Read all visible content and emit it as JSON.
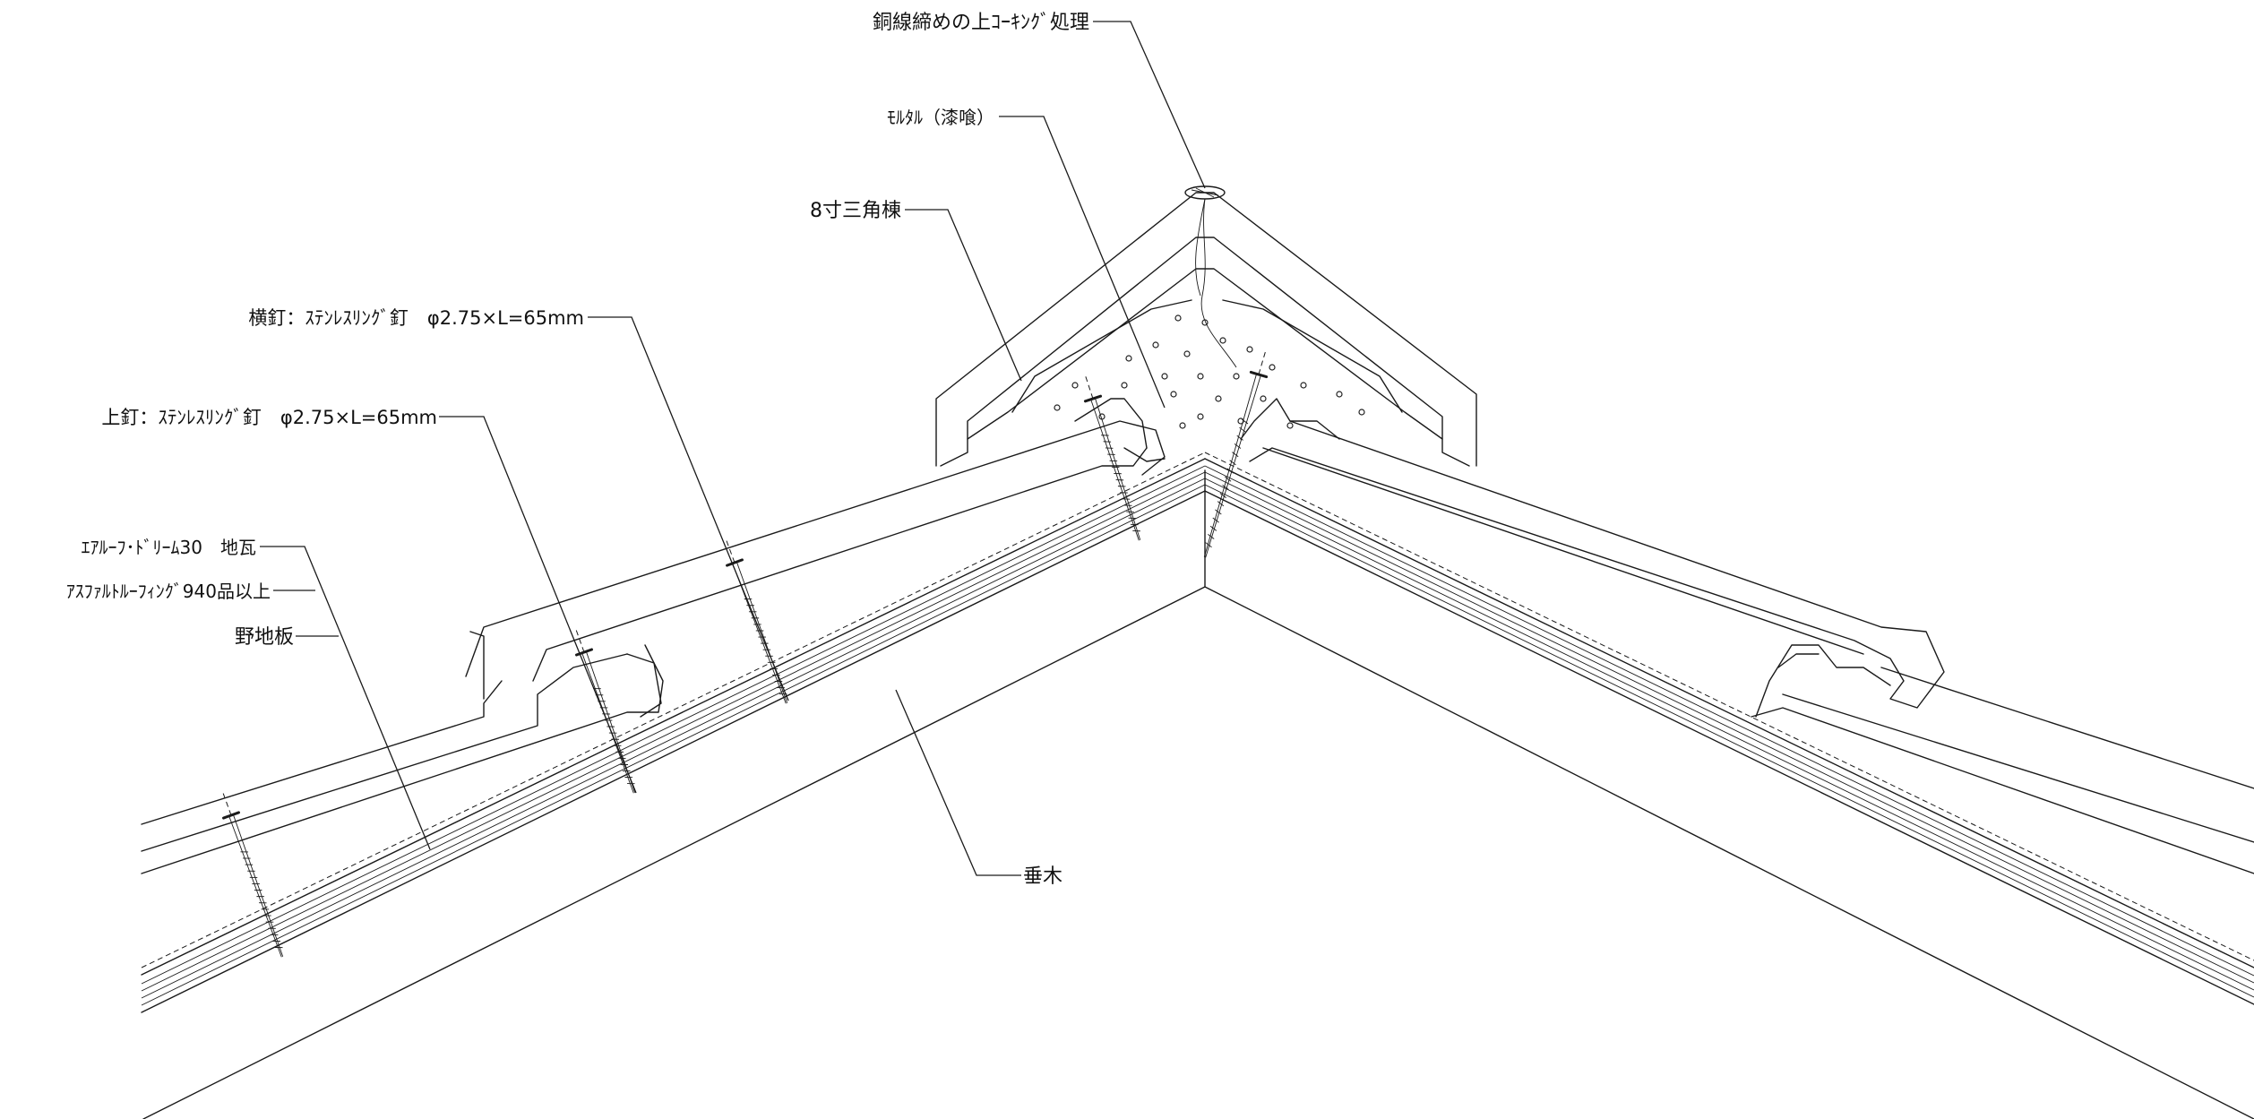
{
  "labels": {
    "copper_wire": "銅線締めの上ｺｰｷﾝｸﾞ処理",
    "mortar": "ﾓﾙﾀﾙ（漆喰）",
    "ridge_tile": "8寸三角棟",
    "side_nail": "横釘：ｽﾃﾝﾚｽﾘﾝｸﾞ釘　φ2.75×L=65mm",
    "top_nail": "上釘：ｽﾃﾝﾚｽﾘﾝｸﾞ釘　φ2.75×L=65mm",
    "base_tile": "ｴｱﾙｰﾌ･ﾄﾞﾘｰﾑ30　地瓦",
    "roofing": "ｱｽﾌｧﾙﾄﾙｰﾌｨﾝｸﾞ940品以上",
    "sheathing": "野地板",
    "rafter": "垂木"
  }
}
